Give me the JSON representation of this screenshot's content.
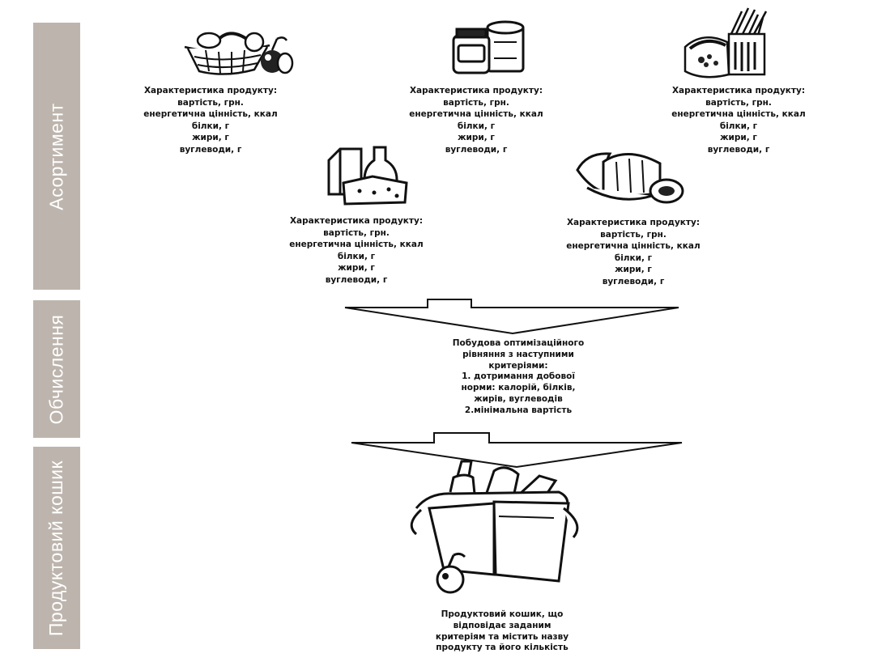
{
  "stages": [
    {
      "label": "Асортимент"
    },
    {
      "label": "Обчислення"
    },
    {
      "label": "Продуктовий кошик"
    }
  ],
  "products": [
    {
      "icon": "fruit-basket-icon",
      "lines": [
        "Характеристика продукту:",
        "вартість, грн.",
        "енергетична цінність, ккал",
        "білки, г",
        "жири, г",
        "вуглеводи, г"
      ]
    },
    {
      "icon": "canned-goods-icon",
      "lines": [
        "Характеристика продукту:",
        "вартість, грн.",
        "енергетична цінність, ккал",
        "білки, г",
        "жири, г",
        "вуглеводи, г"
      ]
    },
    {
      "icon": "grain-pasta-icon",
      "lines": [
        "Характеристика продукту:",
        "вартість, грн.",
        "енергетична цінність, ккал",
        "білки, г",
        "жири, г",
        "вуглеводи, г"
      ]
    },
    {
      "icon": "dairy-icon",
      "lines": [
        "Характеристика продукту:",
        "вартість, грн.",
        "енергетична цінність, ккал",
        "білки, г",
        "жири, г",
        "вуглеводи, г"
      ]
    },
    {
      "icon": "bakery-meat-icon",
      "lines": [
        "Характеристика продукту:",
        "вартість, грн.",
        "енергетична цінність, ккал",
        "білки, г",
        "жири, г",
        "вуглеводи, г"
      ]
    }
  ],
  "optimization": {
    "lines": [
      "Побудова оптимізаційного",
      "рівняння з наступними",
      "критеріями:",
      "1. дотримання добової",
      "норми: калорій, білків,",
      "жирів, вуглеводів",
      "2.мінімальна вартість"
    ]
  },
  "result": {
    "icon": "grocery-bag-icon",
    "lines": [
      "Продуктовий кошик, що",
      "відповідає заданим",
      "критеріям та містить назву",
      "продукту та його кількість"
    ]
  }
}
